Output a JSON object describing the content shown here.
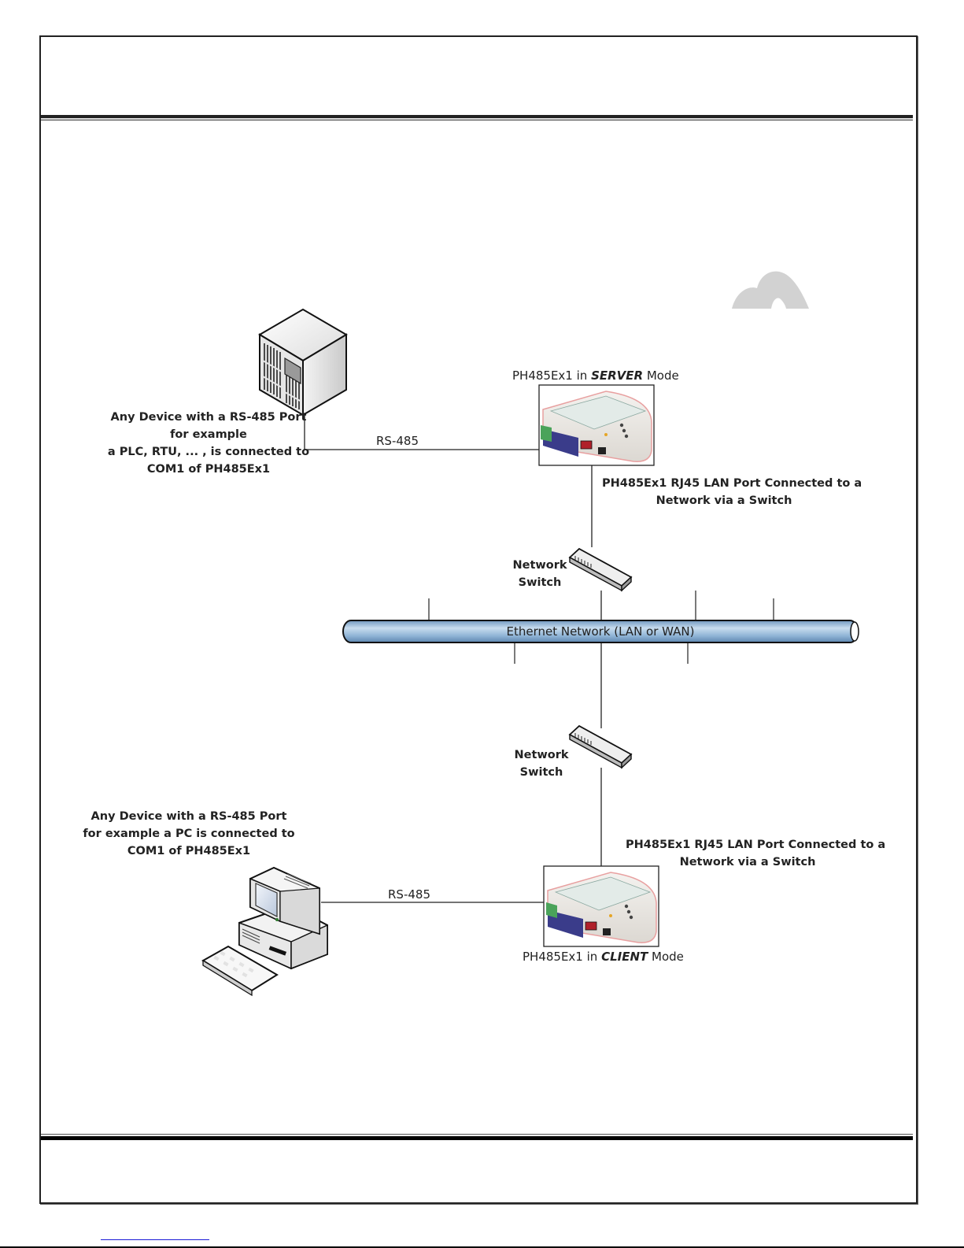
{
  "diagram": {
    "server_device": {
      "caption_prefix": "PH485Ex1 in ",
      "caption_mode": "SERVER",
      "caption_suffix": " Mode",
      "lan_note_line1": "PH485Ex1 RJ45 LAN Port Connected to a",
      "lan_note_line2": "Network via a Switch"
    },
    "client_device": {
      "caption_prefix": "PH485Ex1 in ",
      "caption_mode": "CLIENT",
      "caption_suffix": " Mode",
      "lan_note_line1": "PH485Ex1 RJ45 LAN Port Connected to a",
      "lan_note_line2": "Network via a Switch"
    },
    "plc_note": {
      "line1": "Any Device with a RS-485 Port",
      "line2": "for example",
      "line3": "a PLC, RTU, ... , is connected to",
      "line4": "COM1 of PH485Ex1"
    },
    "pc_note": {
      "line1": "Any Device with a RS-485 Port",
      "line2": "for example a PC is connected to",
      "line3": "COM1 of PH485Ex1"
    },
    "rs485_top_label": "RS-485",
    "rs485_bottom_label": "RS-485",
    "switch_top": {
      "line1": "Network",
      "line2": "Switch"
    },
    "switch_bottom": {
      "line1": "Network",
      "line2": "Switch"
    },
    "network_bus_label": "Ethernet Network (LAN or WAN)",
    "colors": {
      "bus_fill": "#8fb4d6",
      "bus_highlight": "#c8dcee",
      "line": "#222222",
      "device_pink": "#e8a0a0",
      "device_body": "#ece9e4",
      "device_blue": "#3a3c8a",
      "terminal_green": "#4aa35a",
      "logo_grey": "#d2d2d2"
    }
  }
}
